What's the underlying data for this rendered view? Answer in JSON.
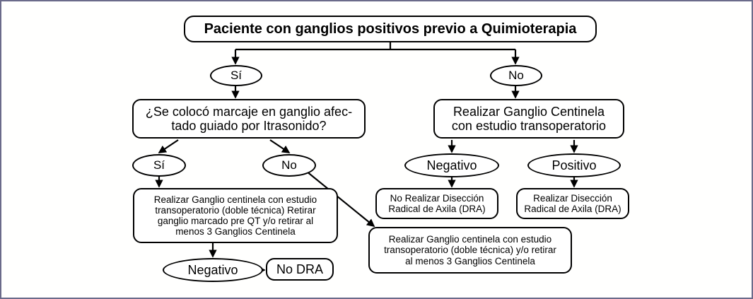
{
  "diagram": {
    "title": "Paciente con ganglios positivos previo a Quimioterapia",
    "border_color": "#6b6b8a",
    "node_color": "#000000",
    "background": "#ffffff"
  },
  "nodes": {
    "title": {
      "label": "Paciente con ganglios positivos previo a Quimioterapia",
      "shape": "rounded-rect"
    },
    "si_1": {
      "label": "Sí",
      "shape": "ellipse"
    },
    "no_1": {
      "label": "No",
      "shape": "ellipse"
    },
    "question_marcaje": {
      "label": "¿Se colocó marcaje en ganglio afec-\ntado guiado por Itrasonido?",
      "shape": "rounded-rect"
    },
    "realizar_ganglio_centinela": {
      "label": "Realizar Ganglio Centinela\ncon estudio transoperatorio",
      "shape": "rounded-rect"
    },
    "si_2": {
      "label": "Sí",
      "shape": "ellipse"
    },
    "no_2": {
      "label": "No",
      "shape": "ellipse"
    },
    "negativo_1": {
      "label": "Negativo",
      "shape": "ellipse"
    },
    "positivo": {
      "label": "Positivo",
      "shape": "ellipse"
    },
    "left_big": {
      "label": "Realizar Ganglio centinela con estudio\ntransoperatorio (doble técnica) Retirar\nganglio marcado pre QT y/o retirar al\nmenos 3 Ganglios Centinela",
      "shape": "rounded-rect"
    },
    "no_realizar_dra": {
      "label": "No Realizar Disección\nRadical de Axila (DRA)",
      "shape": "rounded-rect"
    },
    "realizar_dra": {
      "label": "Realizar Disección\nRadical de Axila (DRA)",
      "shape": "rounded-rect"
    },
    "bottom_big": {
      "label": "Realizar Ganglio centinela con estudio\ntransoperatorio (doble técnica) y/o retirar\nal menos 3 Ganglios Centinela",
      "shape": "rounded-rect"
    },
    "negativo_2": {
      "label": "Negativo",
      "shape": "ellipse"
    },
    "no_dra": {
      "label": "No DRA",
      "shape": "rounded-rect"
    }
  },
  "edges": [
    {
      "from": "title",
      "to": "si_1",
      "label": ""
    },
    {
      "from": "title",
      "to": "no_1",
      "label": ""
    },
    {
      "from": "si_1",
      "to": "question_marcaje",
      "label": ""
    },
    {
      "from": "no_1",
      "to": "realizar_ganglio_centinela",
      "label": ""
    },
    {
      "from": "question_marcaje",
      "to": "si_2",
      "label": ""
    },
    {
      "from": "question_marcaje",
      "to": "no_2",
      "label": ""
    },
    {
      "from": "si_2",
      "to": "left_big",
      "label": ""
    },
    {
      "from": "no_2",
      "to": "bottom_big",
      "label": ""
    },
    {
      "from": "realizar_ganglio_centinela",
      "to": "negativo_1",
      "label": ""
    },
    {
      "from": "realizar_ganglio_centinela",
      "to": "positivo",
      "label": ""
    },
    {
      "from": "negativo_1",
      "to": "no_realizar_dra",
      "label": ""
    },
    {
      "from": "positivo",
      "to": "realizar_dra",
      "label": ""
    },
    {
      "from": "left_big",
      "to": "negativo_2",
      "label": ""
    },
    {
      "from": "negativo_2",
      "to": "no_dra",
      "label": ""
    }
  ]
}
